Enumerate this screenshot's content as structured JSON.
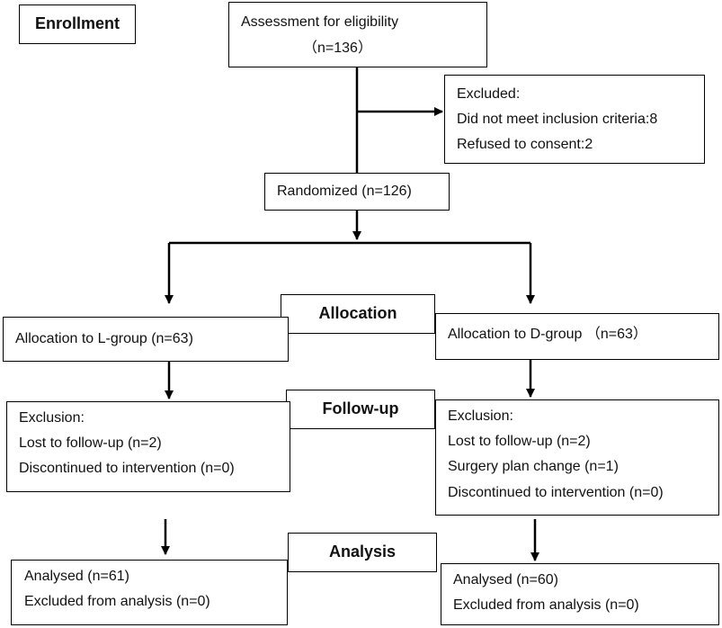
{
  "stages": {
    "enrollment": "Enrollment",
    "allocation": "Allocation",
    "followup": "Follow-up",
    "analysis": "Analysis"
  },
  "assessment": {
    "title": "Assessment for eligibility",
    "count": "（n=136）"
  },
  "excluded": {
    "title": "Excluded:",
    "reasons": [
      "Did not meet inclusion criteria:8",
      "Refused to consent:2"
    ]
  },
  "randomized": "Randomized (n=126)",
  "allocation": {
    "left": "Allocation to L-group (n=63)",
    "right": "Allocation to D-group （n=63）"
  },
  "followup": {
    "left": {
      "title": "Exclusion:",
      "items": [
        "Lost to follow-up (n=2)",
        "Discontinued to intervention (n=0)"
      ]
    },
    "right": {
      "title": "Exclusion:",
      "items": [
        "Lost to follow-up (n=2)",
        "Surgery plan change (n=1)",
        "Discontinued to intervention (n=0)"
      ]
    }
  },
  "analysis": {
    "left": {
      "items": [
        "Analysed (n=61)",
        "Excluded from analysis (n=0)"
      ]
    },
    "right": {
      "items": [
        "Analysed (n=60)",
        "Excluded from analysis (n=0)"
      ]
    }
  }
}
